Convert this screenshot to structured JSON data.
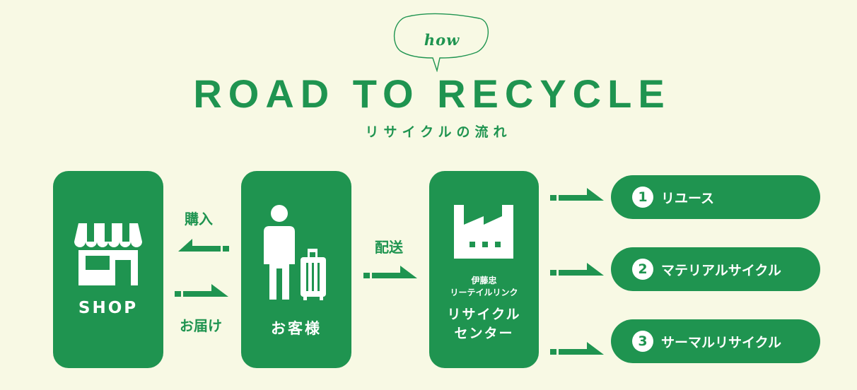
{
  "header": {
    "bubble_text": "how",
    "title": "ROAD TO RECYCLE",
    "subtitle": "リサイクルの流れ"
  },
  "nodes": {
    "shop": {
      "label": "SHOP",
      "icon": "shop-icon"
    },
    "customer": {
      "label": "お客様",
      "icon": "person-with-suitcase-icon"
    },
    "center": {
      "company_line1": "伊藤忠",
      "company_line2": "リーテイルリンク",
      "name_line1": "リサイクル",
      "name_line2": "センター",
      "icon": "factory-icon"
    }
  },
  "flows": {
    "purchase": "購入",
    "delivery": "お届け",
    "shipping": "配送"
  },
  "outcomes": [
    {
      "number": "1",
      "label": "リユース"
    },
    {
      "number": "2",
      "label": "マテリアルサイクル"
    },
    {
      "number": "3",
      "label": "サーマルリサイクル"
    }
  ],
  "colors": {
    "background": "#f8f9e4",
    "accent": "#1f9450",
    "on_accent": "#ffffff"
  }
}
